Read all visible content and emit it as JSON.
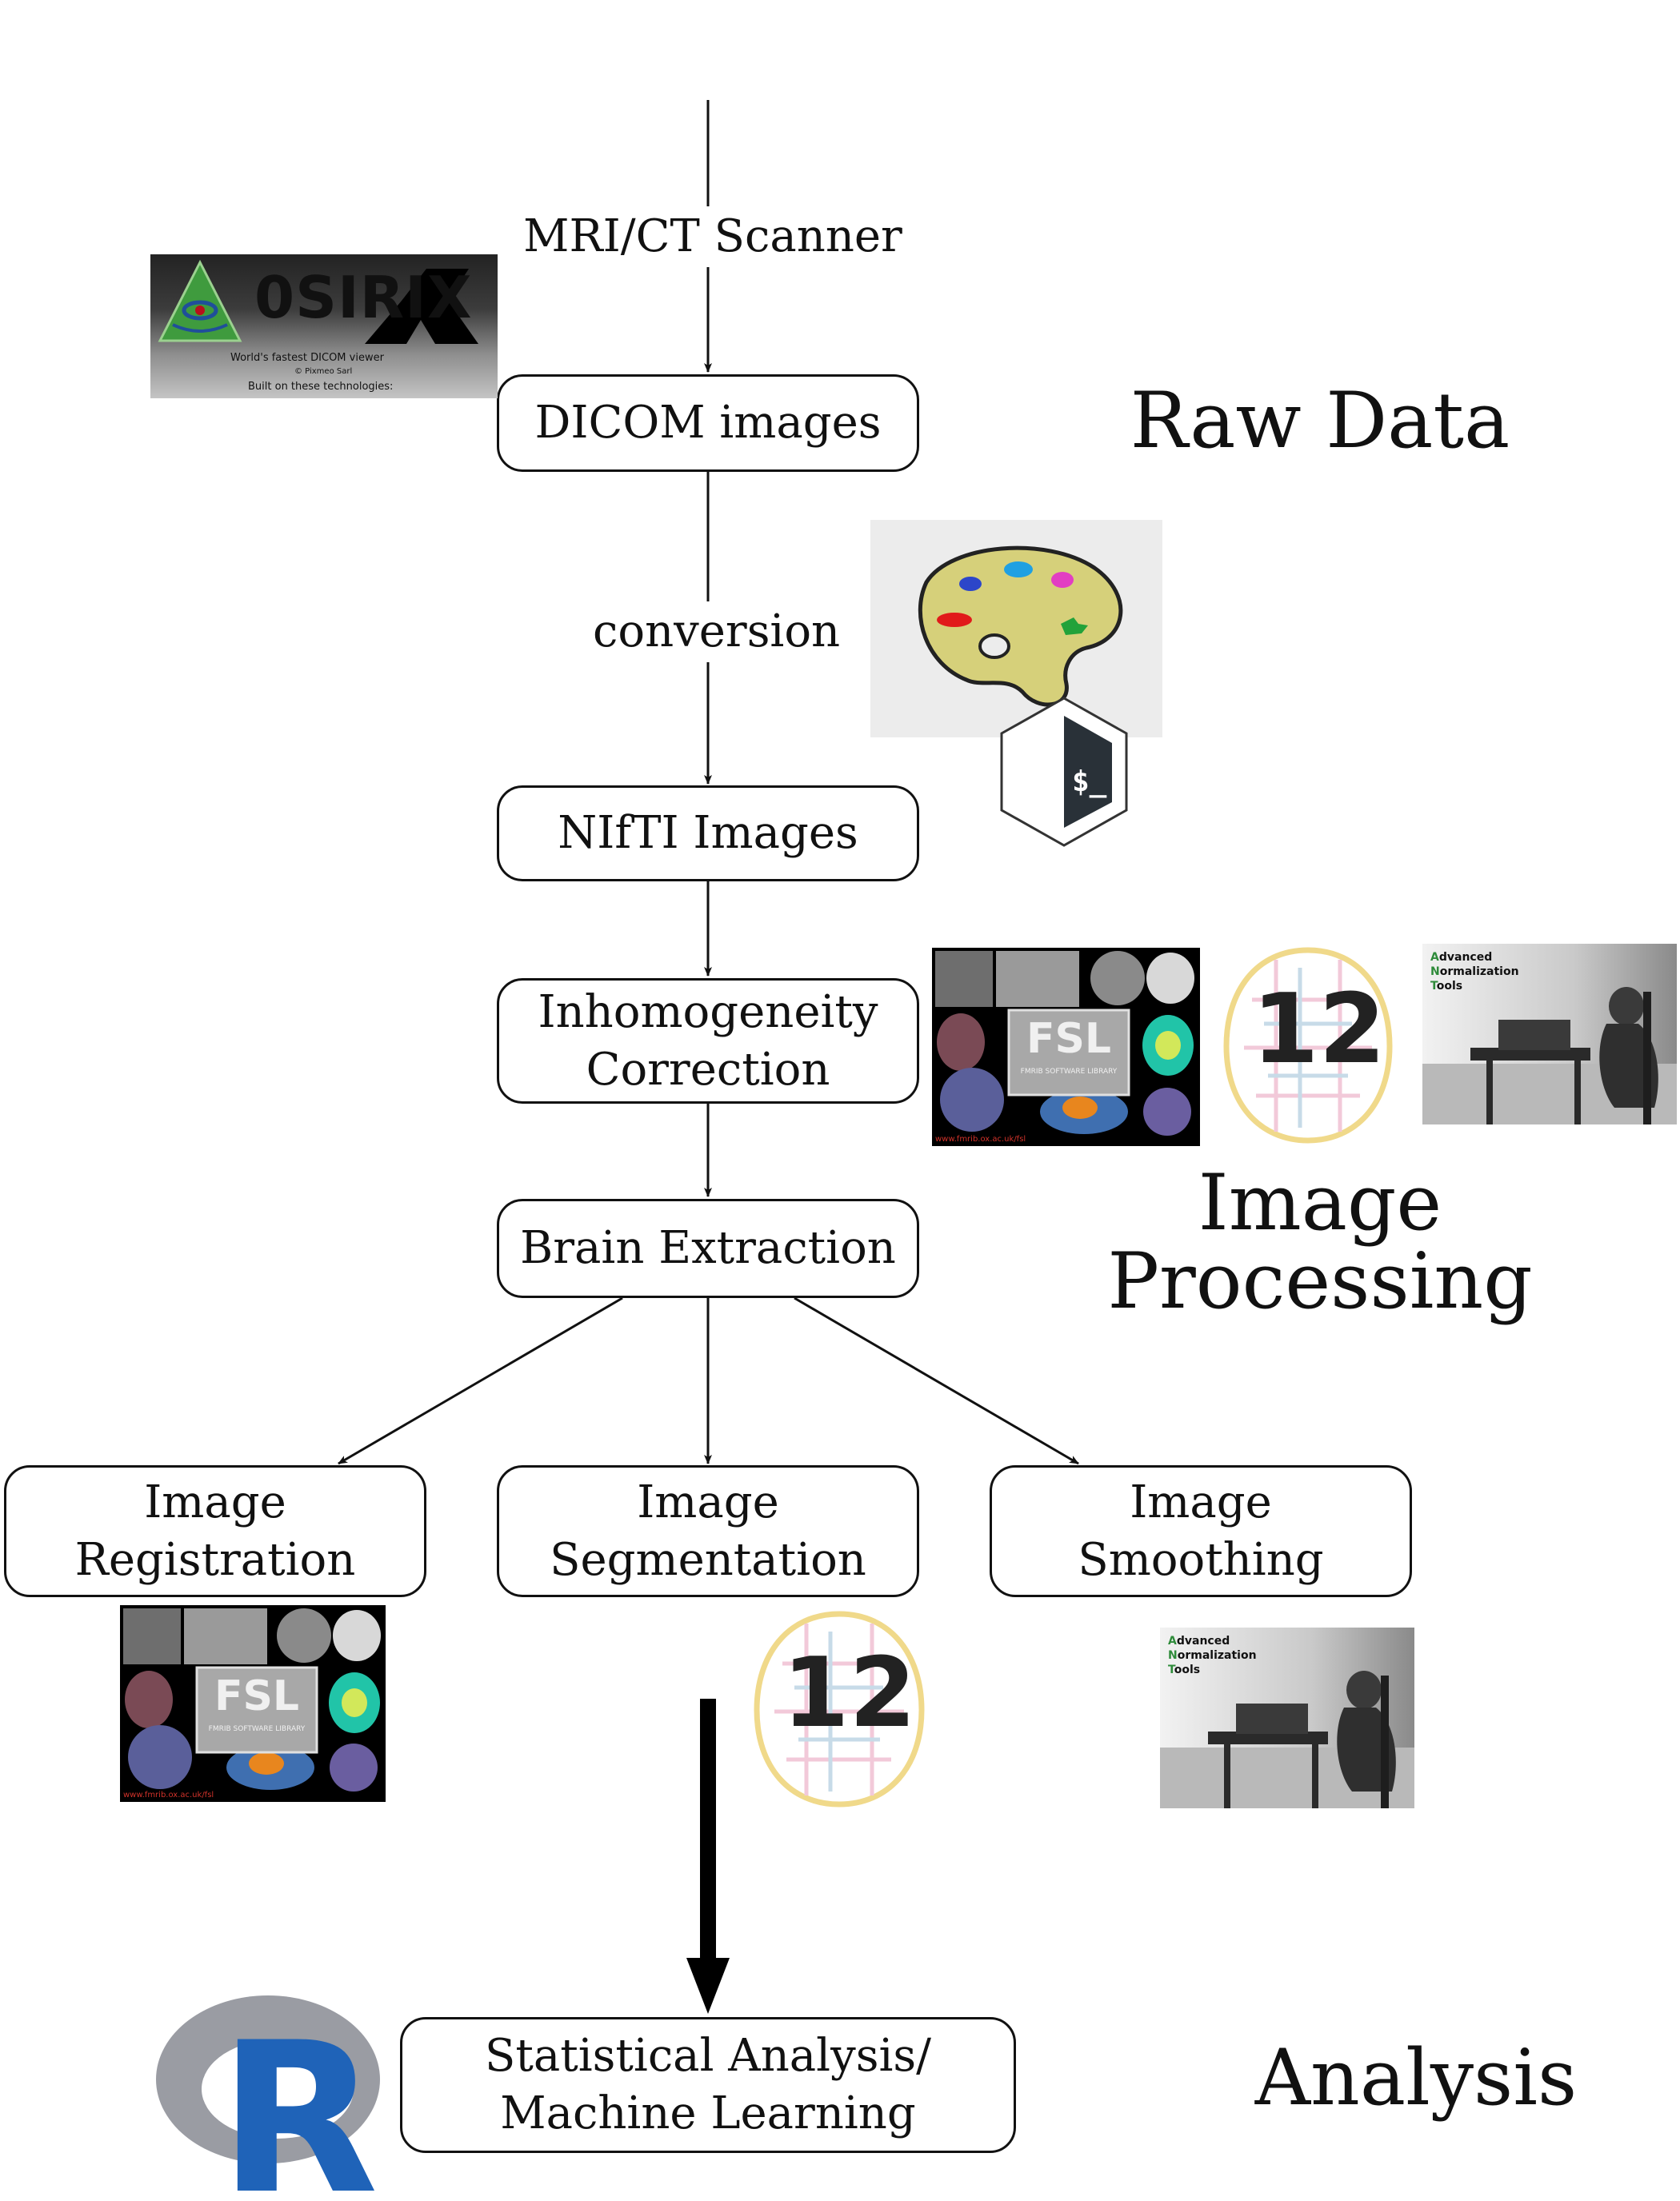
{
  "flow": {
    "scanner": "MRI/CT Scanner",
    "conversion": "conversion",
    "dicom": "DICOM images",
    "nifti": "NIfTI Images",
    "inhomogeneity": [
      "Inhomogeneity",
      "Correction"
    ],
    "brain_extraction": "Brain Extraction",
    "registration": [
      "Image",
      "Registration"
    ],
    "segmentation": [
      "Image",
      "Segmentation"
    ],
    "smoothing": [
      "Image",
      "Smoothing"
    ],
    "analysis_box": [
      "Statistical Analysis/",
      "Machine Learning"
    ]
  },
  "sections": {
    "raw": "Raw Data",
    "processing": [
      "Image",
      "Processing"
    ],
    "analysis": "Analysis"
  },
  "logos": {
    "osirix": {
      "name": "0SIRIX",
      "line1": "World's fastest DICOM viewer",
      "line2": "© Pixmeo Sarl",
      "line3": "Built on these technologies:"
    },
    "fsl": {
      "name": "FSL",
      "subtitle": "FMRIB SOFTWARE LIBRARY",
      "url": "www.fmrib.ox.ac.uk/fsl"
    },
    "ants": {
      "a": "A",
      "a_rest": "dvanced",
      "n": "N",
      "n_rest": "ormalization",
      "t": "T",
      "t_rest": "ools"
    },
    "spm": {
      "text": "12"
    },
    "r": {
      "text": "R"
    },
    "bash": {
      "text": "$_"
    }
  },
  "colors": {
    "ink": "#111111",
    "r_blue": "#1f63b8",
    "r_ring": "#9a9ca3",
    "ants_green": "#2e8b3a",
    "palette": "#d6d07a"
  }
}
